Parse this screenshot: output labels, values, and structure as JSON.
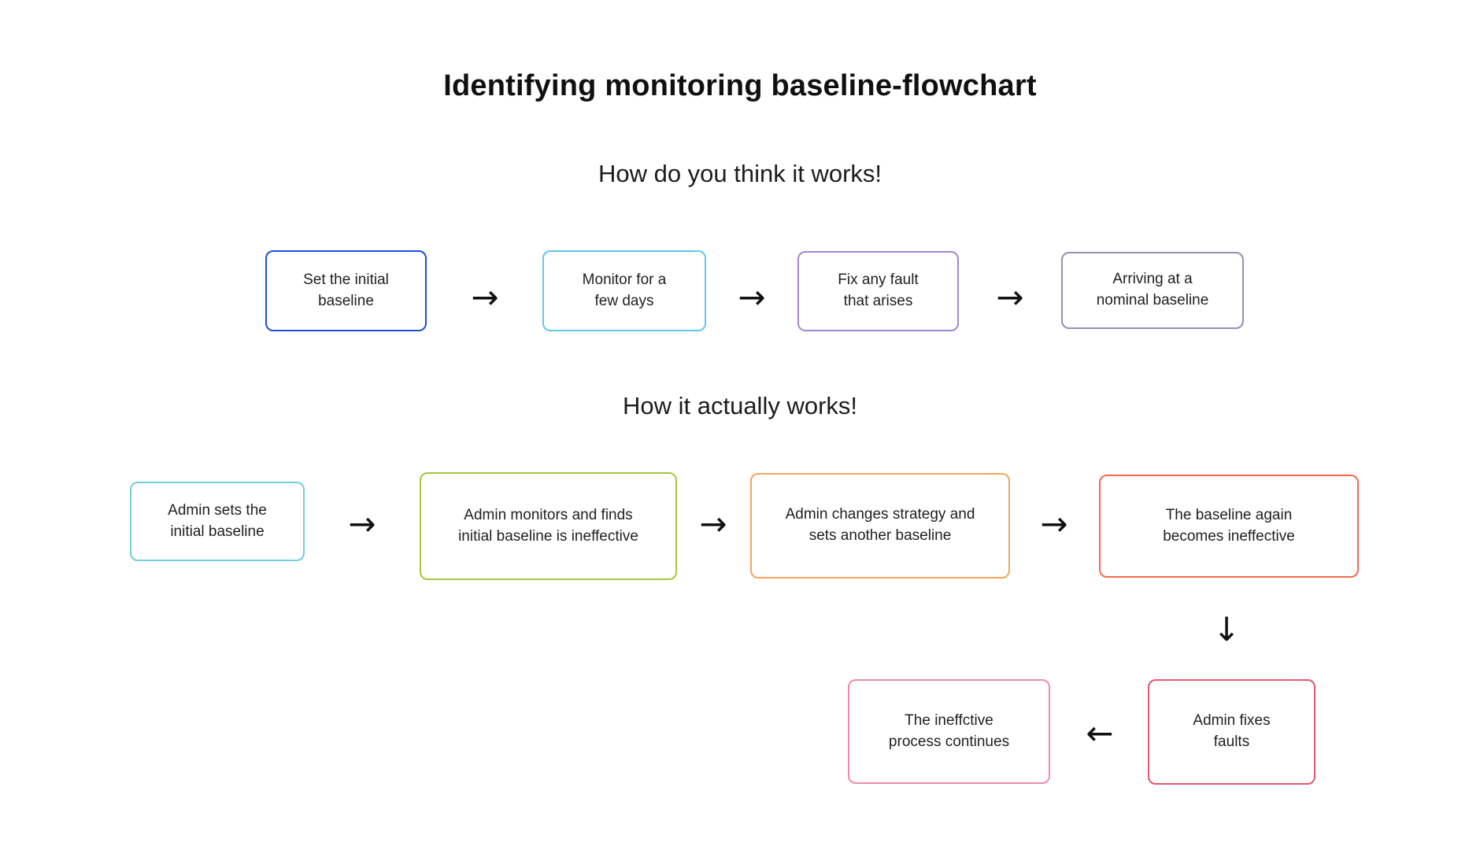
{
  "page": {
    "title": "Identifying monitoring baseline-flowchart",
    "background_color": "#ffffff",
    "text_color": "#1f1f1f"
  },
  "icons": {
    "right_arrow": "→",
    "left_arrow": "←",
    "down_arrow": "↓"
  },
  "sections": [
    {
      "heading": "How do you think it works!",
      "boxes": [
        {
          "label": "Set the initial baseline",
          "border_color": "#1a4fdb"
        },
        {
          "label": "Monitor for a few days",
          "border_color": "#62c6f2"
        },
        {
          "label": "Fix any fault that arises",
          "border_color": "#a186d7"
        },
        {
          "label": "Arriving at a nominal baseline",
          "border_color": "#9191b4"
        }
      ]
    },
    {
      "heading": "How it actually works!",
      "boxes": [
        {
          "label": "Admin sets the initial baseline",
          "border_color": "#6fd0d8"
        },
        {
          "label": "Admin monitors and finds initial baseline is ineffective",
          "border_color": "#a3c83f"
        },
        {
          "label": "Admin changes strategy and sets another baseline",
          "border_color": "#f5a55e"
        },
        {
          "label": "The baseline again becomes ineffective",
          "border_color": "#f4694c"
        }
      ]
    }
  ],
  "bottom_row": {
    "boxes": [
      {
        "label": "The ineffctive process continues",
        "border_color": "#ee8da6"
      },
      {
        "label": "Admin fixes faults",
        "border_color": "#e25574"
      }
    ]
  }
}
